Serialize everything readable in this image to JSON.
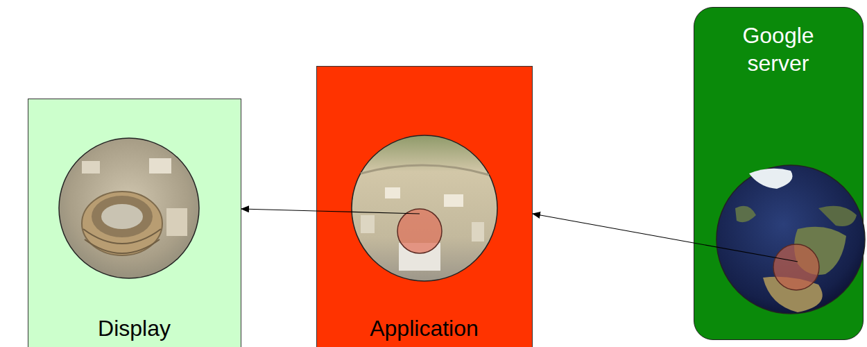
{
  "diagram": {
    "nodes": [
      {
        "text": [
          "Display"
        ]
      },
      {
        "text": [
          "Application"
        ]
      },
      {
        "text": [
          "Google server"
        ]
      }
    ],
    "edges": [
      {
        "from": 2,
        "to": 1,
        "arrow": "to"
      },
      {
        "from": 1,
        "to": 0,
        "arrow": "to"
      }
    ]
  }
}
